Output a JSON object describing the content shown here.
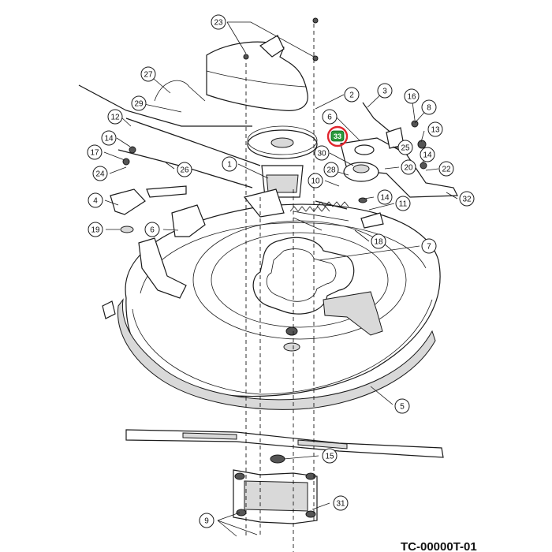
{
  "diagram": {
    "document_number": "TC-00000T-01",
    "highlighted_part": {
      "label": "33",
      "ring_color": "#e0262e",
      "badge_color": "#2a9a3c"
    },
    "callouts": [
      "23",
      "27",
      "29",
      "2",
      "3",
      "16",
      "8",
      "12",
      "14",
      "6",
      "13",
      "17",
      "25",
      "30",
      "28",
      "14",
      "20",
      "22",
      "24",
      "26",
      "1",
      "10",
      "14",
      "11",
      "32",
      "4",
      "19",
      "6",
      "18",
      "7",
      "5",
      "15",
      "31",
      "9"
    ]
  }
}
